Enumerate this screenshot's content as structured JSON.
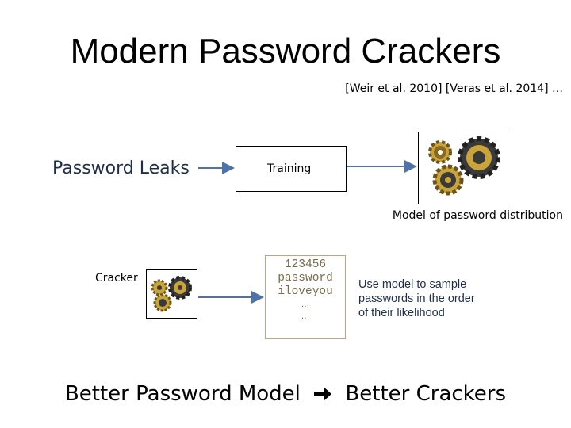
{
  "slide": {
    "title": "Modern Password Crackers",
    "citation": "[Weir et al. 2010] [Veras et al. 2014] …",
    "leaks_label": "Password Leaks",
    "training_label": "Training",
    "model_label": "Model of password distribution",
    "cracker_label": "Cracker",
    "passwords": [
      "123456",
      "password",
      "iloveyou"
    ],
    "ellipsis": [
      "…",
      "…"
    ],
    "description": [
      "Use model to sample",
      "passwords in the order",
      "of their likelihood"
    ],
    "bottom_left": "Better Password Model",
    "bottom_right": "Better Crackers"
  },
  "colors": {
    "arrow": "#4f73a8",
    "gear_gold": "#c9a43a",
    "gear_dark": "#3a3a3a"
  },
  "icons": [
    "gears-icon",
    "right-arrow-icon"
  ]
}
